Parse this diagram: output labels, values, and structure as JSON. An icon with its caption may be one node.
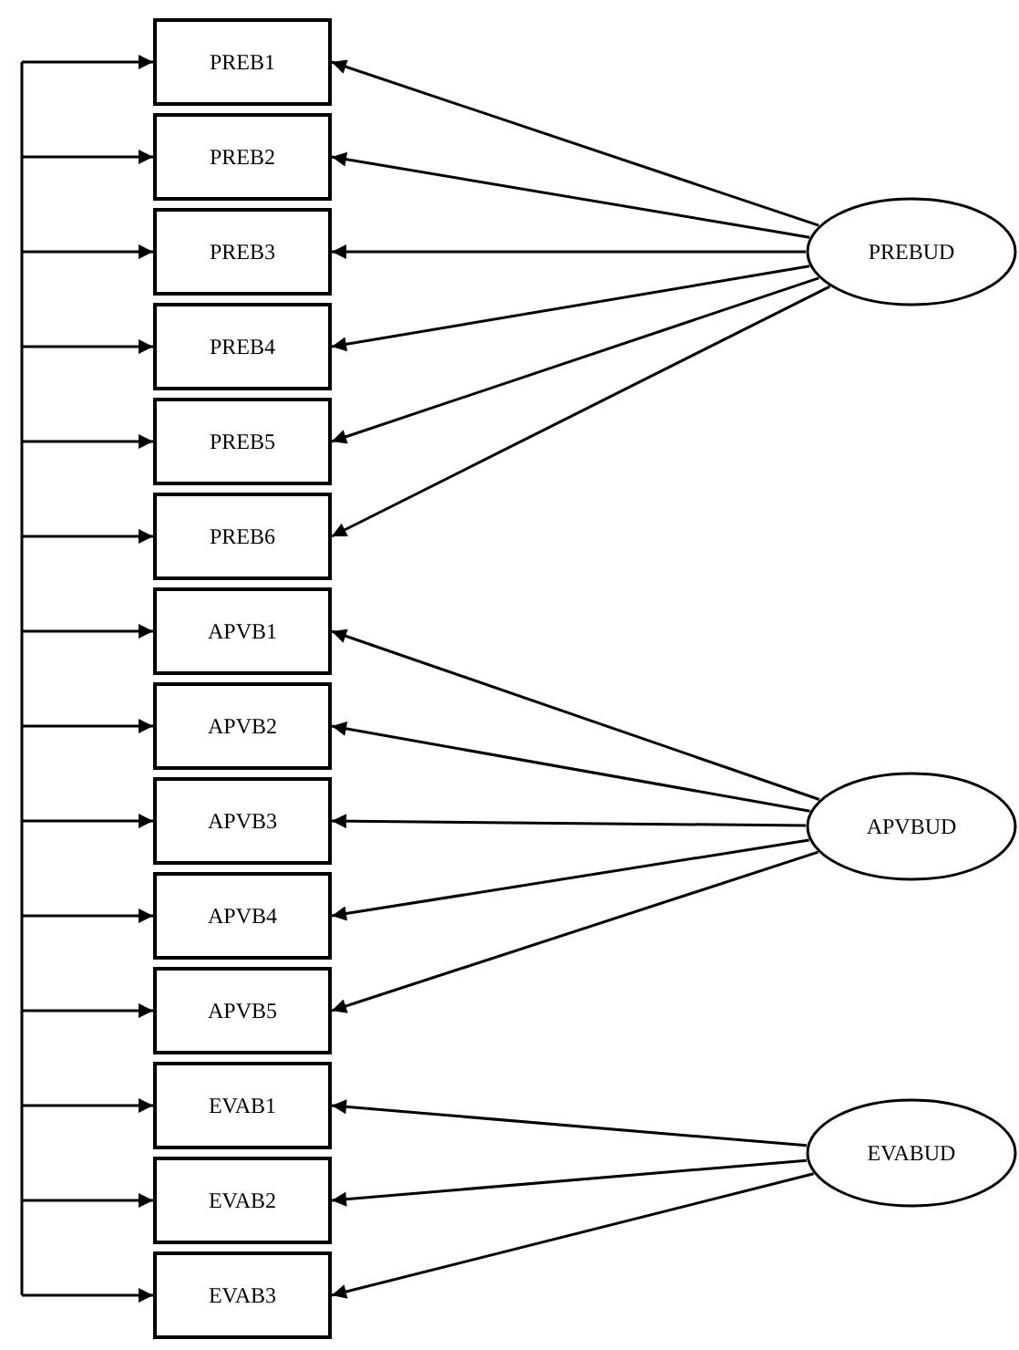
{
  "diagram": {
    "nodes": [
      {
        "text": [
          "PREB1"
        ]
      },
      {
        "text": [
          "PREB2"
        ]
      },
      {
        "text": [
          "PREB3"
        ]
      },
      {
        "text": [
          "PREB4"
        ]
      },
      {
        "text": [
          "PREB5"
        ]
      },
      {
        "text": [
          "PREB6"
        ]
      },
      {
        "text": [
          "APVB1"
        ]
      },
      {
        "text": [
          "APVB2"
        ]
      },
      {
        "text": [
          "APVB3"
        ]
      },
      {
        "text": [
          "APVB4"
        ]
      },
      {
        "text": [
          "APVB5"
        ]
      },
      {
        "text": [
          "EVAB1"
        ]
      },
      {
        "text": [
          "EVAB2"
        ]
      },
      {
        "text": [
          "EVAB3"
        ]
      },
      {
        "text": [
          "PREBUD"
        ]
      },
      {
        "text": [
          "APVBUD"
        ]
      },
      {
        "text": [
          "EVABUD"
        ]
      }
    ],
    "edges": [
      {
        "from": 14,
        "to": 0,
        "arrow": "to"
      },
      {
        "from": 14,
        "to": 1,
        "arrow": "to"
      },
      {
        "from": 14,
        "to": 2,
        "arrow": "to"
      },
      {
        "from": 14,
        "to": 3,
        "arrow": "to"
      },
      {
        "from": 14,
        "to": 4,
        "arrow": "to"
      },
      {
        "from": 14,
        "to": 5,
        "arrow": "to"
      },
      {
        "from": 15,
        "to": 6,
        "arrow": "to"
      },
      {
        "from": 15,
        "to": 7,
        "arrow": "to"
      },
      {
        "from": 15,
        "to": 8,
        "arrow": "to"
      },
      {
        "from": 15,
        "to": 9,
        "arrow": "to"
      },
      {
        "from": 15,
        "to": 10,
        "arrow": "to"
      },
      {
        "from": 16,
        "to": 11,
        "arrow": "to"
      },
      {
        "from": 16,
        "to": 12,
        "arrow": "to"
      },
      {
        "from": 16,
        "to": 13,
        "arrow": "to"
      },
      {
        "from": null,
        "to": 0,
        "arrow": "to"
      },
      {
        "from": null,
        "to": 1,
        "arrow": "to"
      },
      {
        "from": null,
        "to": 2,
        "arrow": "to"
      },
      {
        "from": null,
        "to": 3,
        "arrow": "to"
      },
      {
        "from": null,
        "to": 4,
        "arrow": "to"
      },
      {
        "from": null,
        "to": 5,
        "arrow": "to"
      },
      {
        "from": null,
        "to": 6,
        "arrow": "to"
      },
      {
        "from": null,
        "to": 7,
        "arrow": "to"
      },
      {
        "from": null,
        "to": 8,
        "arrow": "to"
      },
      {
        "from": null,
        "to": 9,
        "arrow": "to"
      },
      {
        "from": null,
        "to": 10,
        "arrow": "to"
      },
      {
        "from": null,
        "to": 11,
        "arrow": "to"
      },
      {
        "from": null,
        "to": 12,
        "arrow": "to"
      },
      {
        "from": null,
        "to": 13,
        "arrow": "to"
      }
    ]
  }
}
